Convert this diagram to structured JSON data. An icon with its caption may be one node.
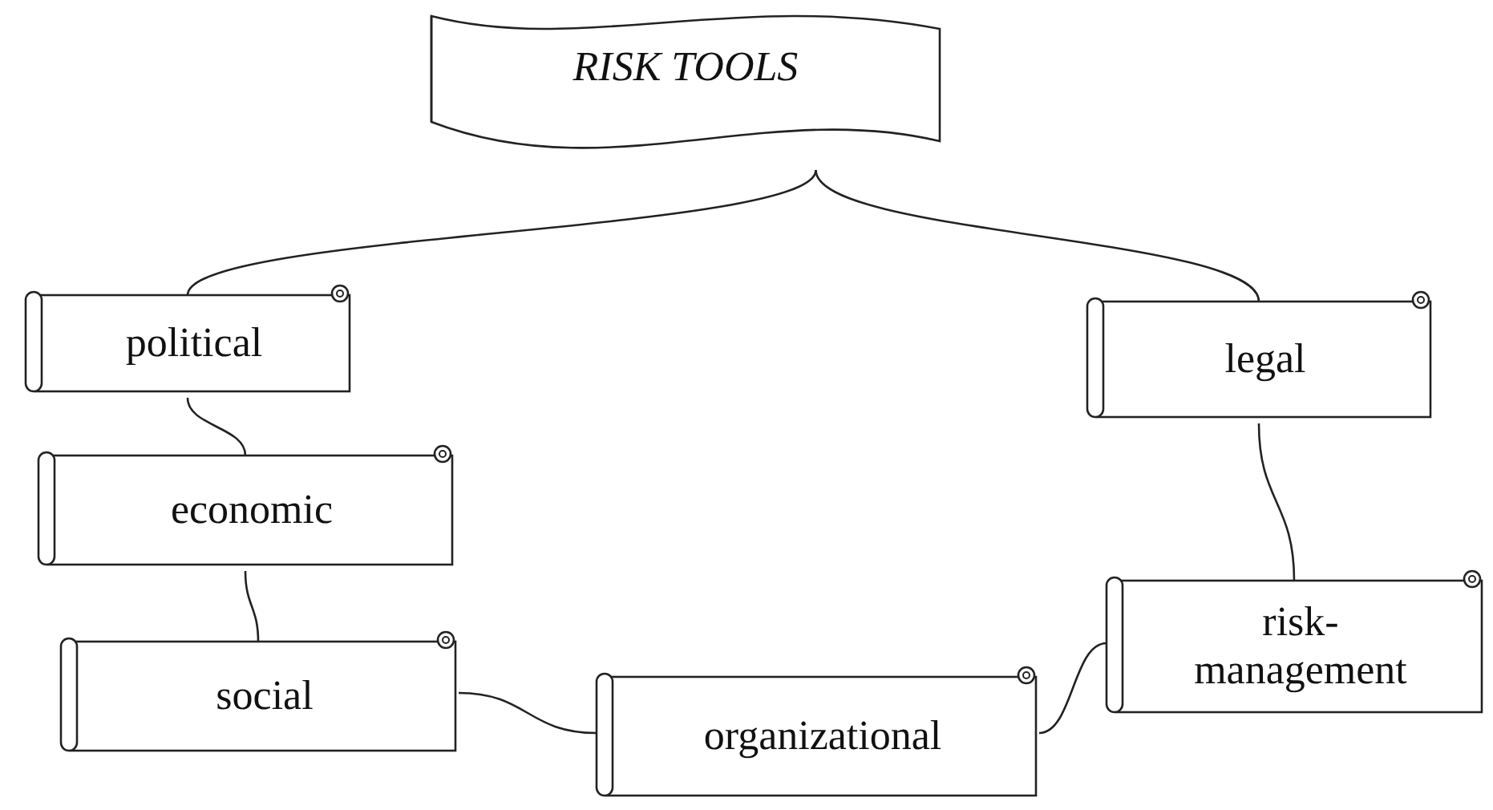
{
  "diagram": {
    "nodes": [
      {
        "text": [
          "RISK TOOLS"
        ]
      },
      {
        "text": [
          "political"
        ]
      },
      {
        "text": [
          "economic"
        ]
      },
      {
        "text": [
          "social"
        ]
      },
      {
        "text": [
          "organizational"
        ]
      },
      {
        "text": [
          "risk-management"
        ]
      },
      {
        "text": [
          "legal"
        ]
      }
    ],
    "edges": [
      {
        "from": 0,
        "to": 1,
        "arrow": "none"
      },
      {
        "from": 0,
        "to": 6,
        "arrow": "none"
      },
      {
        "from": 1,
        "to": 2,
        "arrow": "none"
      },
      {
        "from": 2,
        "to": 3,
        "arrow": "none"
      },
      {
        "from": 3,
        "to": 4,
        "arrow": "none"
      },
      {
        "from": 4,
        "to": 5,
        "arrow": "none"
      },
      {
        "from": 6,
        "to": 5,
        "arrow": "none"
      }
    ]
  }
}
